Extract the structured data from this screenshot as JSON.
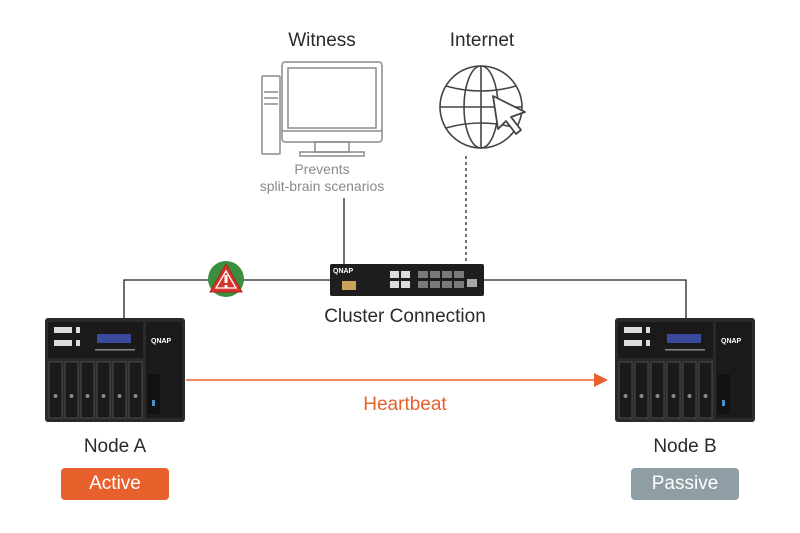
{
  "witness": {
    "title": "Witness",
    "description_line1": "Prevents",
    "description_line2": "split-brain scenarios"
  },
  "internet": {
    "title": "Internet"
  },
  "switch": {
    "label": "Cluster Connection",
    "brand": "QNAP"
  },
  "heartbeat": {
    "label": "Heartbeat"
  },
  "node_a": {
    "title": "Node A",
    "status": "Active",
    "brand": "QNAP"
  },
  "node_b": {
    "title": "Node B",
    "status": "Passive",
    "brand": "QNAP"
  },
  "icons": [
    "desktop-computer-icon",
    "globe-cursor-icon",
    "network-switch-icon",
    "firewall-warning-icon",
    "nas-server-icon"
  ],
  "colors": {
    "active": "#e8602c",
    "passive": "#8f9da5",
    "heartbeat": "#e8602c",
    "warning": "#d9342b",
    "line": "#222222"
  }
}
